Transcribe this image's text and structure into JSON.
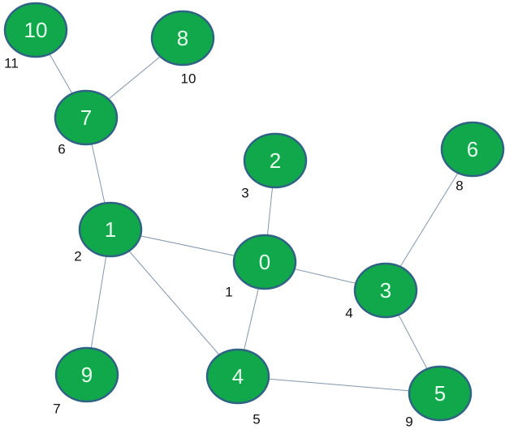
{
  "colors": {
    "node_fill": "#10a84b",
    "node_stroke": "#2f6383",
    "edge": "#8296ad"
  },
  "nodes": [
    {
      "id": "10",
      "weight": "11"
    },
    {
      "id": "8",
      "weight": "10"
    },
    {
      "id": "7",
      "weight": "6"
    },
    {
      "id": "2",
      "weight": "3"
    },
    {
      "id": "6",
      "weight": "8"
    },
    {
      "id": "1",
      "weight": "2"
    },
    {
      "id": "0",
      "weight": "1"
    },
    {
      "id": "3",
      "weight": "4"
    },
    {
      "id": "9",
      "weight": "7"
    },
    {
      "id": "4",
      "weight": "5"
    },
    {
      "id": "5",
      "weight": "9"
    }
  ],
  "edges": [
    [
      "10",
      "7"
    ],
    [
      "8",
      "7"
    ],
    [
      "7",
      "1"
    ],
    [
      "1",
      "0"
    ],
    [
      "1",
      "9"
    ],
    [
      "1",
      "4"
    ],
    [
      "0",
      "2"
    ],
    [
      "0",
      "3"
    ],
    [
      "0",
      "4"
    ],
    [
      "3",
      "6"
    ],
    [
      "3",
      "5"
    ],
    [
      "4",
      "5"
    ]
  ]
}
